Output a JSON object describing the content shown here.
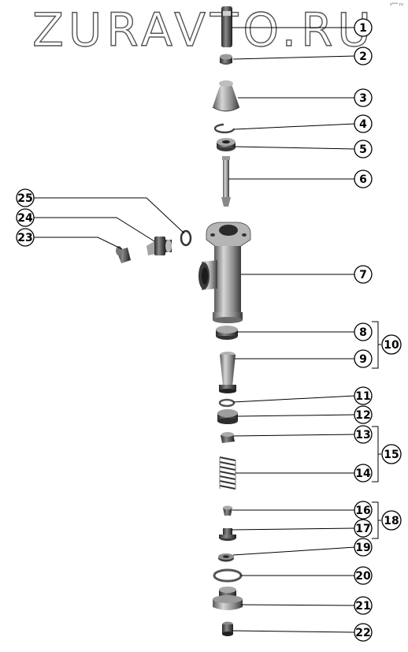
{
  "brand": {
    "text": "ZURAVTO.RU",
    "color": "#ffffff",
    "outline": "#555555"
  },
  "corner_mark": "z***.ru",
  "callouts": {
    "c1": "1",
    "c2": "2",
    "c3": "3",
    "c4": "4",
    "c5": "5",
    "c6": "6",
    "c7": "7",
    "c8": "8",
    "c9": "9",
    "c10": "10",
    "c11": "11",
    "c12": "12",
    "c13": "13",
    "c14": "14",
    "c15": "15",
    "c16": "16",
    "c17": "17",
    "c18": "18",
    "c19": "19",
    "c20": "20",
    "c21": "21",
    "c22": "22",
    "c23": "23",
    "c24": "24",
    "c25": "25"
  },
  "colors": {
    "part_dark": "#3d3d3d",
    "part_mid": "#8a8a8a",
    "part_light": "#c8c8c8",
    "line": "#000000"
  }
}
